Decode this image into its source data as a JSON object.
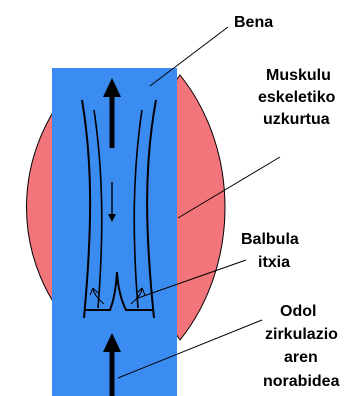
{
  "labels": {
    "vein": "Bena",
    "muscle_line1": "Muskulu",
    "muscle_line2": "eskeletiko",
    "muscle_line3": "uzkurtua",
    "valve_line1": "Balbula",
    "valve_line2": "itxia",
    "flow_line1": "Odol",
    "flow_line2": "zirkulazio",
    "flow_line3": "aren",
    "flow_line4": "norabidea"
  },
  "colors": {
    "vein_fill": "#3b8cf0",
    "muscle_fill": "#f2757c",
    "outline": "#000000"
  }
}
